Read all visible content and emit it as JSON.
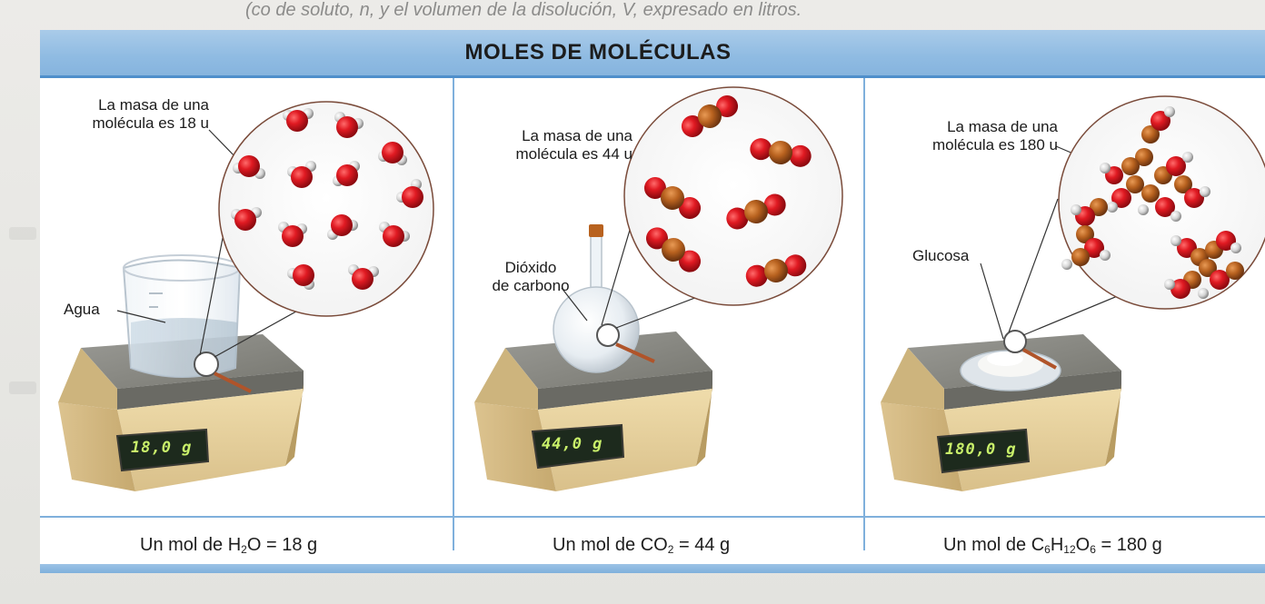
{
  "background": {
    "top_text": "(co de soluto, n, y el volumen de la disolución, V, expresado en litros."
  },
  "title": "MOLES DE MOLÉCULAS",
  "panels": [
    {
      "label_mass_line1": "La masa de una",
      "label_mass_line2": "molécula es 18 u",
      "substance_line1": "Agua",
      "readout": "18,0 g",
      "formula_prefix": "Un mol de H",
      "formula_sub1": "2",
      "formula_mid": "O",
      "formula_equals": " = 18 g"
    },
    {
      "label_mass_line1": "La masa de una",
      "label_mass_line2": "molécula es 44 u",
      "substance_line1": "Dióxido",
      "substance_line2": "de carbono",
      "readout": "44,0 g",
      "formula_prefix": "Un mol de CO",
      "formula_sub1": "2",
      "formula_equals": " = 44 g"
    },
    {
      "label_mass_line1": "La masa de una",
      "label_mass_line2": "molécula es 180 u",
      "substance_line1": "Glucosa",
      "readout": "180,0 g",
      "formula_prefix": "Un mol de C",
      "formula_sub1": "6",
      "formula_h": "H",
      "formula_sub2": "12",
      "formula_o": "O",
      "formula_sub3": "6",
      "formula_equals": " = 180 g"
    }
  ],
  "colors": {
    "oxygen": "#d8141c",
    "hydrogen": "#d9d9d9",
    "carbon": "#b8621f",
    "title_bar": "#8fbbe2",
    "divider": "#7fb0dc",
    "scale_body": "#e8d5a6",
    "scale_top": "#8b8b86",
    "display": "#1d2a1d"
  }
}
